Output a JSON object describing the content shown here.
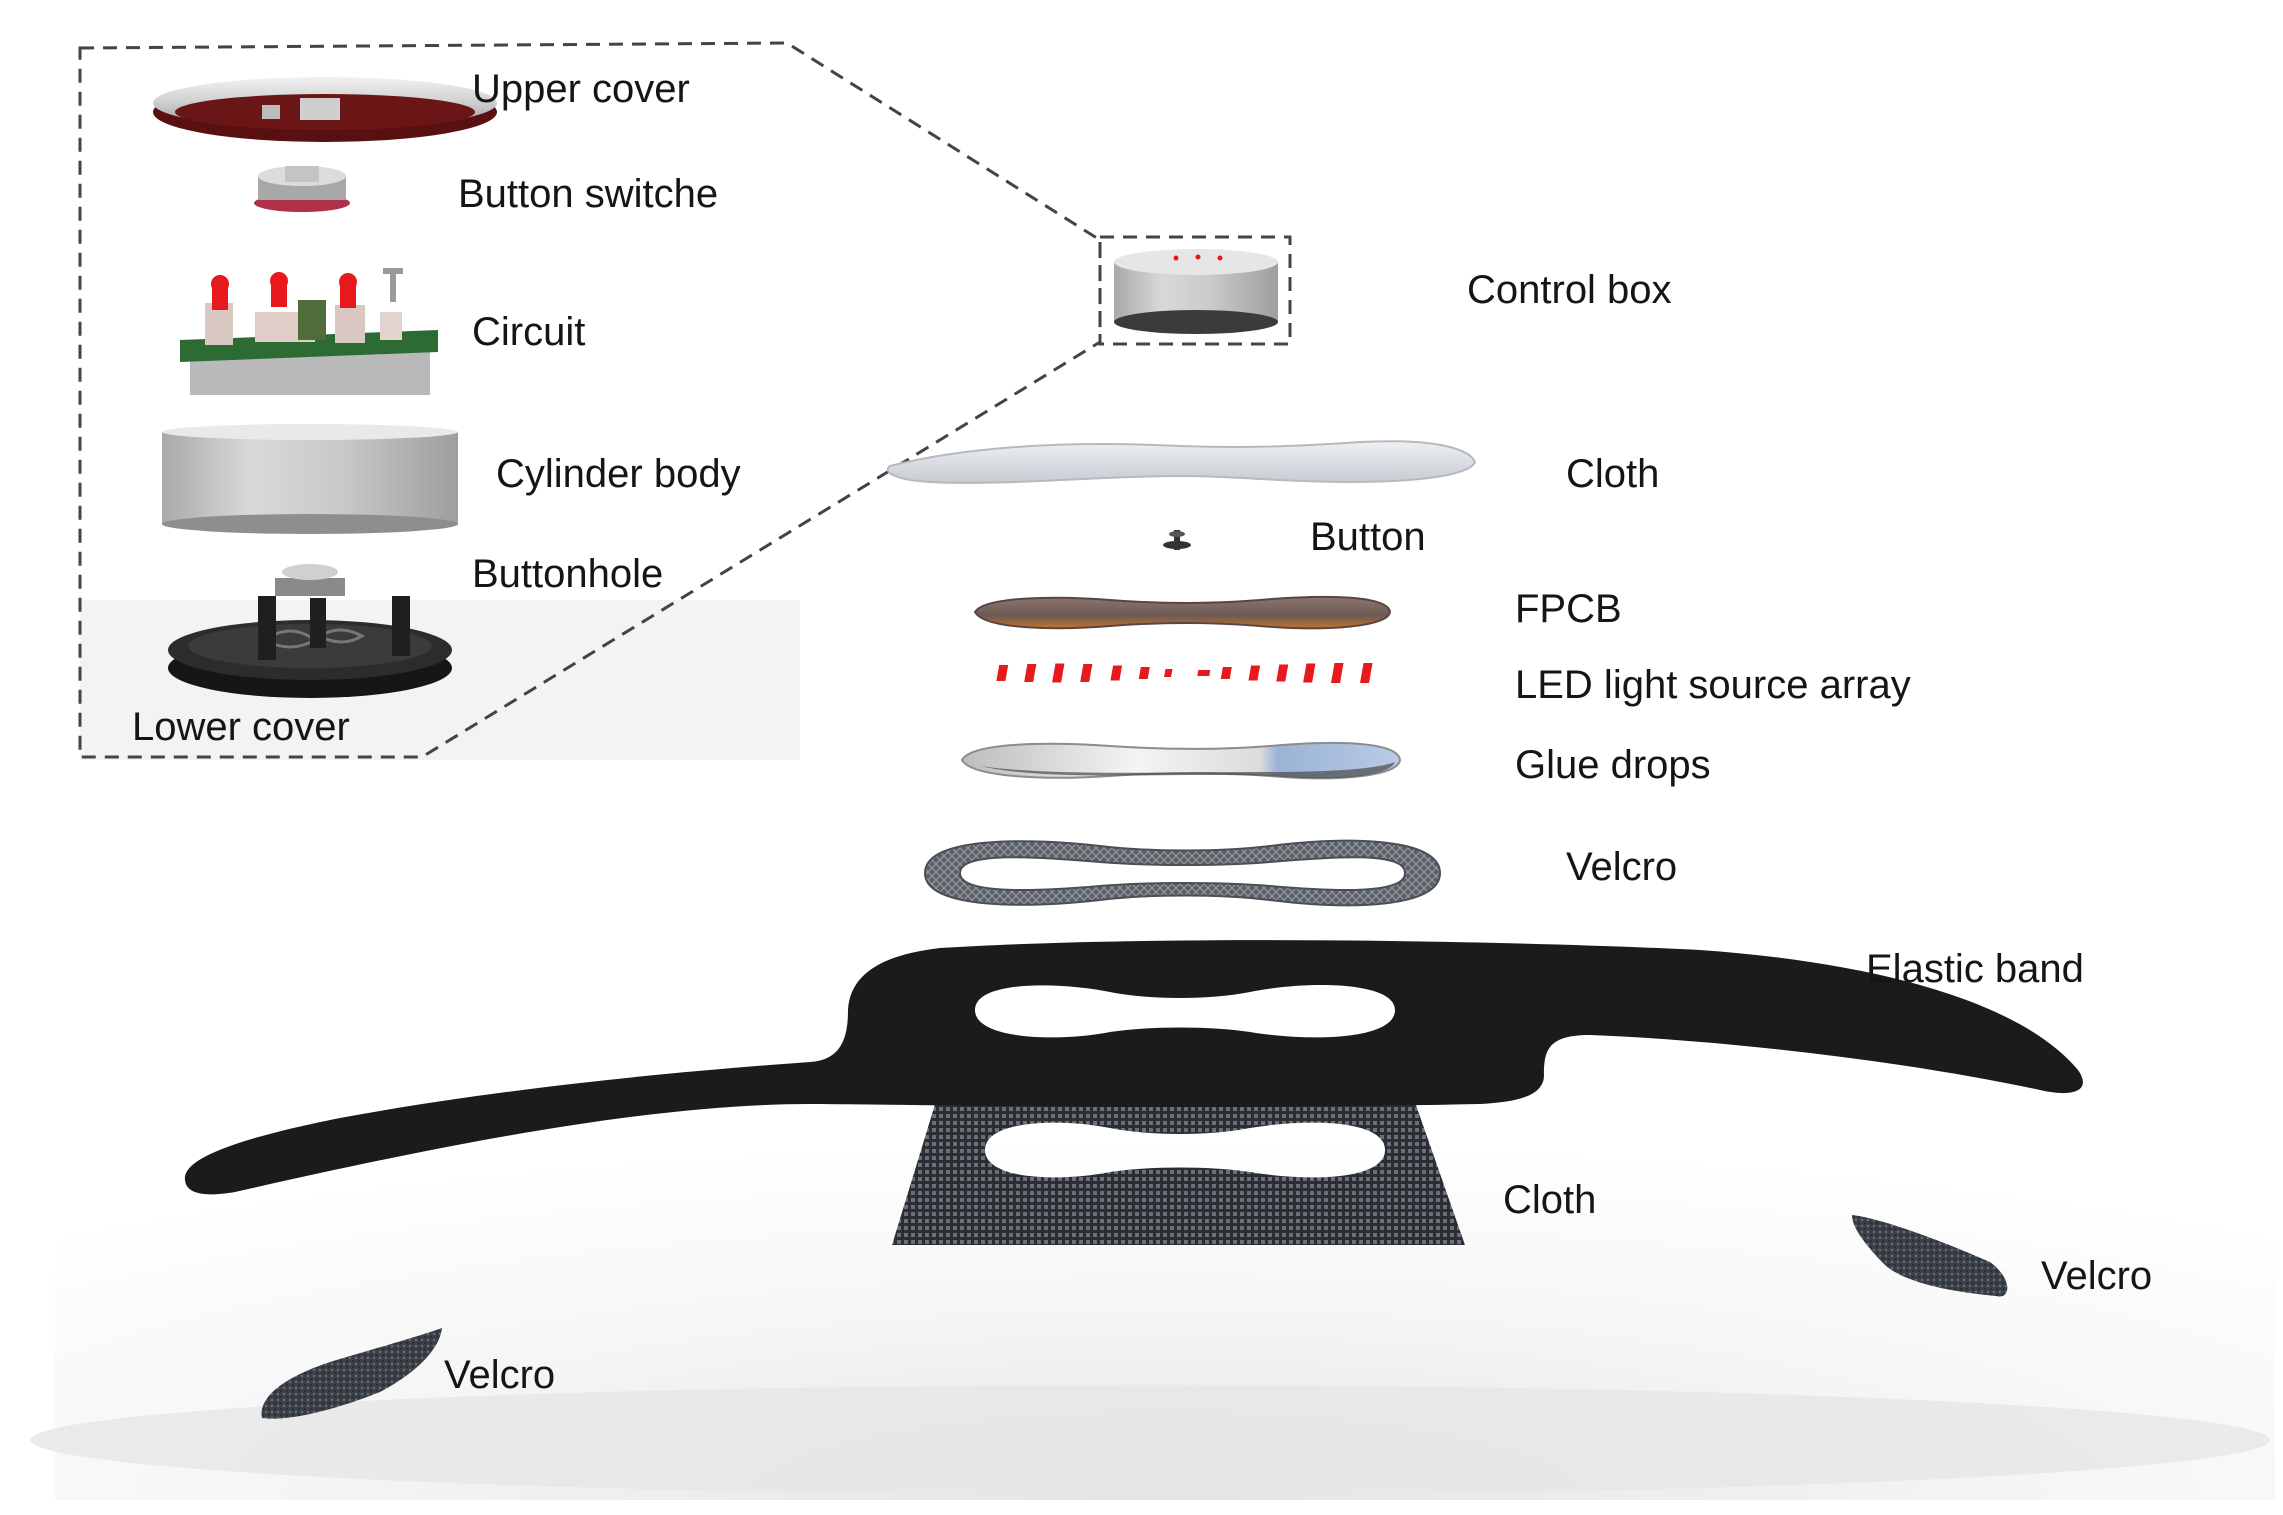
{
  "diagram": {
    "inset": {
      "parts": [
        {
          "id": "upper-cover",
          "label": "Upper cover"
        },
        {
          "id": "button-switche",
          "label": "Button switche"
        },
        {
          "id": "circuit",
          "label": "Circuit"
        },
        {
          "id": "cylinder-body",
          "label": "Cylinder body"
        },
        {
          "id": "buttonhole",
          "label": "Buttonhole"
        },
        {
          "id": "lower-cover",
          "label": "Lower cover"
        }
      ]
    },
    "layers": [
      {
        "id": "control-box",
        "label": "Control box"
      },
      {
        "id": "cloth-top",
        "label": "Cloth"
      },
      {
        "id": "button",
        "label": "Button"
      },
      {
        "id": "fpcb",
        "label": "FPCB"
      },
      {
        "id": "led-array",
        "label": "LED light source array"
      },
      {
        "id": "glue-drops",
        "label": "Glue drops"
      },
      {
        "id": "velcro-ring",
        "label": "Velcro"
      },
      {
        "id": "elastic-band",
        "label": "Elastic band"
      },
      {
        "id": "cloth-mesh",
        "label": "Cloth"
      },
      {
        "id": "velcro-right",
        "label": "Velcro"
      },
      {
        "id": "velcro-left",
        "label": "Velcro"
      }
    ],
    "colors": {
      "led_red": "#e8191c",
      "elastic_black": "#1b1b1b",
      "fpcb_brown": "#6e5a54",
      "glue_blue": "#9bb3d6",
      "cloth_grey": "#d9dde2",
      "velcro_grey": "#3a3f45"
    }
  }
}
